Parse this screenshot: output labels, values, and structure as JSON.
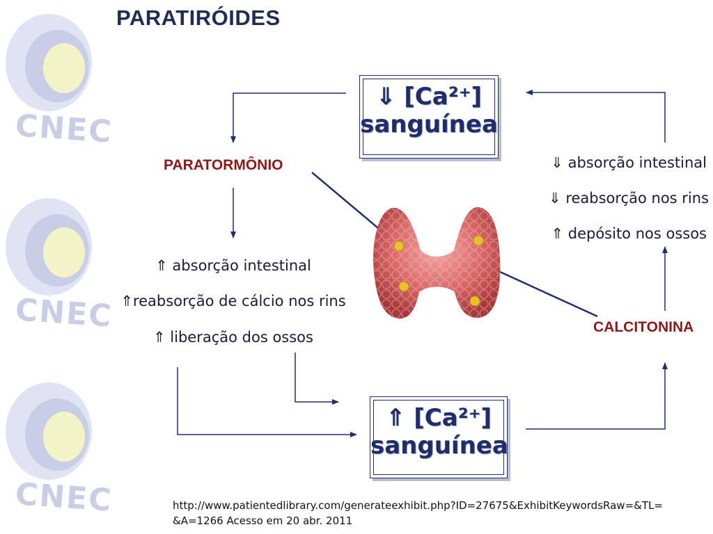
{
  "title": "PARATIRÓIDES",
  "logo": {
    "text": "CNEC"
  },
  "top_box": {
    "arrow": "⇓",
    "line1": "[Ca²⁺]",
    "line2": "sanguínea"
  },
  "bottom_box": {
    "arrow": "⇑",
    "line1": "[Ca²⁺]",
    "line2": "sanguínea"
  },
  "left_hormone": "PARATORMÔNIO",
  "right_hormone": "CALCITONINA",
  "left_effects": [
    {
      "arrow": "⇑",
      "text": " absorção intestinal"
    },
    {
      "arrow": "⇑",
      "text": "reabsorção de cálcio nos rins"
    },
    {
      "arrow": "⇑",
      "text": " liberação dos ossos"
    }
  ],
  "right_effects": [
    {
      "arrow": "⇓",
      "text": " absorção intestinal"
    },
    {
      "arrow": "⇓",
      "text": " reabsorção nos rins"
    },
    {
      "arrow": "⇑",
      "text": " depósito nos ossos"
    }
  ],
  "citation": {
    "line1": "http://www.patientedlibrary.com/generateexhibit.php?ID=27675&ExhibitKeywordsRaw=&TL=",
    "line2": "&A=1266  Acesso em 20 abr. 2011"
  },
  "colors": {
    "navy": "#1f2d6b",
    "hormone": "#8b1a1a",
    "logo": "#c9cde6"
  }
}
